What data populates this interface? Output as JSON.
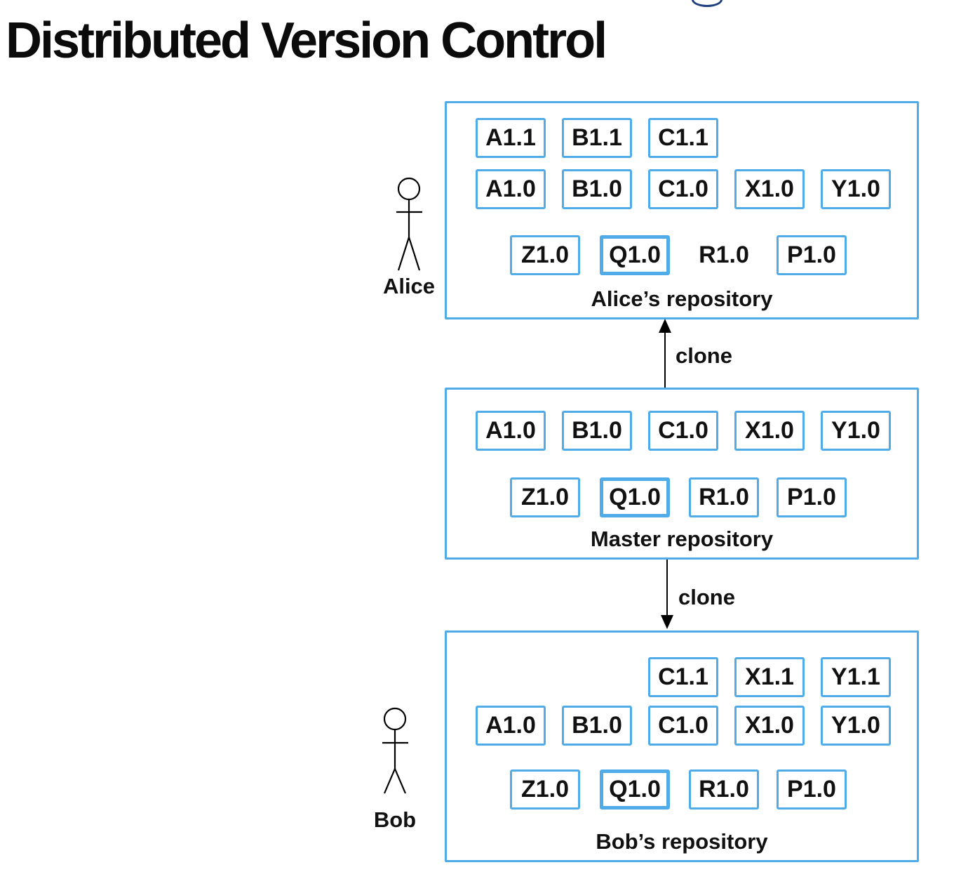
{
  "title": "Distributed Version Control",
  "colors": {
    "accent_blue": "#4FACE8",
    "logo_navy": "#1F4080",
    "text": "#111111"
  },
  "logo": {
    "icon": "partial-logo-arc"
  },
  "arrows": {
    "up_label": "clone",
    "down_label": "clone"
  },
  "actors": [
    {
      "name": "Alice",
      "icon": "stick-figure-icon"
    },
    {
      "name": "Bob",
      "icon": "stick-figure-icon"
    }
  ],
  "repos": [
    {
      "id": "alice",
      "label": "Alice’s repository",
      "rows": [
        [
          {
            "label": "A1.1",
            "col": "A",
            "boxed": true
          },
          {
            "label": "B1.1",
            "col": "B",
            "boxed": true
          },
          {
            "label": "C1.1",
            "col": "C",
            "boxed": true
          }
        ],
        [
          {
            "label": "A1.0",
            "col": "A",
            "boxed": true
          },
          {
            "label": "B1.0",
            "col": "B",
            "boxed": true
          },
          {
            "label": "C1.0",
            "col": "C",
            "boxed": true
          },
          {
            "label": "X1.0",
            "col": "X",
            "boxed": true
          },
          {
            "label": "Y1.0",
            "col": "Y",
            "boxed": true
          }
        ],
        [
          {
            "label": "Z1.0",
            "col": "Z",
            "boxed": true
          },
          {
            "label": "Q1.0",
            "col": "Q",
            "boxed": true,
            "emph": true
          },
          {
            "label": "R1.0",
            "col": "R",
            "boxed": false
          },
          {
            "label": "P1.0",
            "col": "P",
            "boxed": true
          }
        ]
      ]
    },
    {
      "id": "master",
      "label": "Master repository",
      "rows": [
        [
          {
            "label": "A1.0",
            "col": "A",
            "boxed": true
          },
          {
            "label": "B1.0",
            "col": "B",
            "boxed": true
          },
          {
            "label": "C1.0",
            "col": "C",
            "boxed": true
          },
          {
            "label": "X1.0",
            "col": "X",
            "boxed": true
          },
          {
            "label": "Y1.0",
            "col": "Y",
            "boxed": true
          }
        ],
        [
          {
            "label": "Z1.0",
            "col": "Z",
            "boxed": true
          },
          {
            "label": "Q1.0",
            "col": "Q",
            "boxed": true,
            "emph": true
          },
          {
            "label": "R1.0",
            "col": "R",
            "boxed": true
          },
          {
            "label": "P1.0",
            "col": "P",
            "boxed": true
          }
        ]
      ]
    },
    {
      "id": "bob",
      "label": "Bob’s repository",
      "rows": [
        [
          {
            "label": "C1.1",
            "col": "C",
            "boxed": true
          },
          {
            "label": "X1.1",
            "col": "X",
            "boxed": true
          },
          {
            "label": "Y1.1",
            "col": "Y",
            "boxed": true
          }
        ],
        [
          {
            "label": "A1.0",
            "col": "A",
            "boxed": true
          },
          {
            "label": "B1.0",
            "col": "B",
            "boxed": true
          },
          {
            "label": "C1.0",
            "col": "C",
            "boxed": true
          },
          {
            "label": "X1.0",
            "col": "X",
            "boxed": true
          },
          {
            "label": "Y1.0",
            "col": "Y",
            "boxed": true
          }
        ],
        [
          {
            "label": "Z1.0",
            "col": "Z",
            "boxed": true
          },
          {
            "label": "Q1.0",
            "col": "Q",
            "boxed": true,
            "emph": true
          },
          {
            "label": "R1.0",
            "col": "R",
            "boxed": true
          },
          {
            "label": "P1.0",
            "col": "P",
            "boxed": true
          }
        ]
      ]
    }
  ]
}
